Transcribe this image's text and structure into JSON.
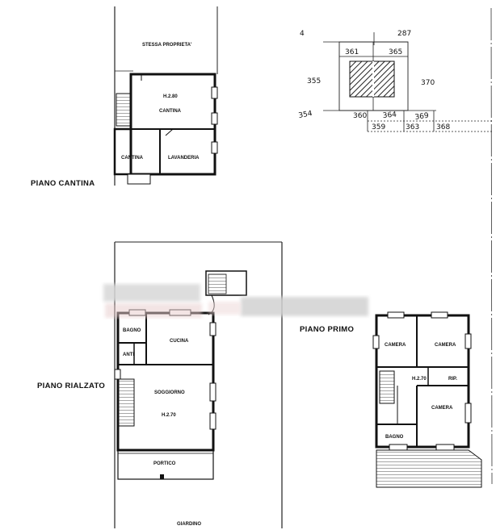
{
  "floors": {
    "cantina": {
      "title": "PIANO CANTINA",
      "rooms": {
        "stessa": "STESSA PROPRIETA'",
        "height": "H.2.80",
        "cantina_main": "CANTINA",
        "cantina_small": "CANTINA",
        "lavanderia": "LAVANDERIA"
      }
    },
    "rialzato": {
      "title": "PIANO RIALZATO",
      "rooms": {
        "bagno": "BAGNO",
        "cucina": "CUCINA",
        "anti": "ANTI",
        "soggiorno": "SOGGIORNO",
        "height": "H.2.70",
        "portico": "PORTICO",
        "giardino": "GIARDINO"
      }
    },
    "primo": {
      "title": "PIANO PRIMO",
      "rooms": {
        "camera_left": "CAMERA",
        "camera_right": "CAMERA",
        "height": "H.2.70",
        "rip": "RIP.",
        "camera_bottom": "CAMERA",
        "bagno": "BAGNO"
      }
    }
  },
  "cadastral": {
    "sheet": "4",
    "parcels": {
      "p287": "287",
      "p361": "361",
      "p365": "365",
      "p355": "355",
      "p370": "370",
      "p354": "354",
      "p360": "360",
      "p364": "364",
      "p369": "369",
      "p359": "359",
      "p363": "363",
      "p368": "368"
    }
  },
  "colors": {
    "ink": "#111111",
    "watermark": "#d9b8b8",
    "redaction": "#d6d6d6"
  }
}
